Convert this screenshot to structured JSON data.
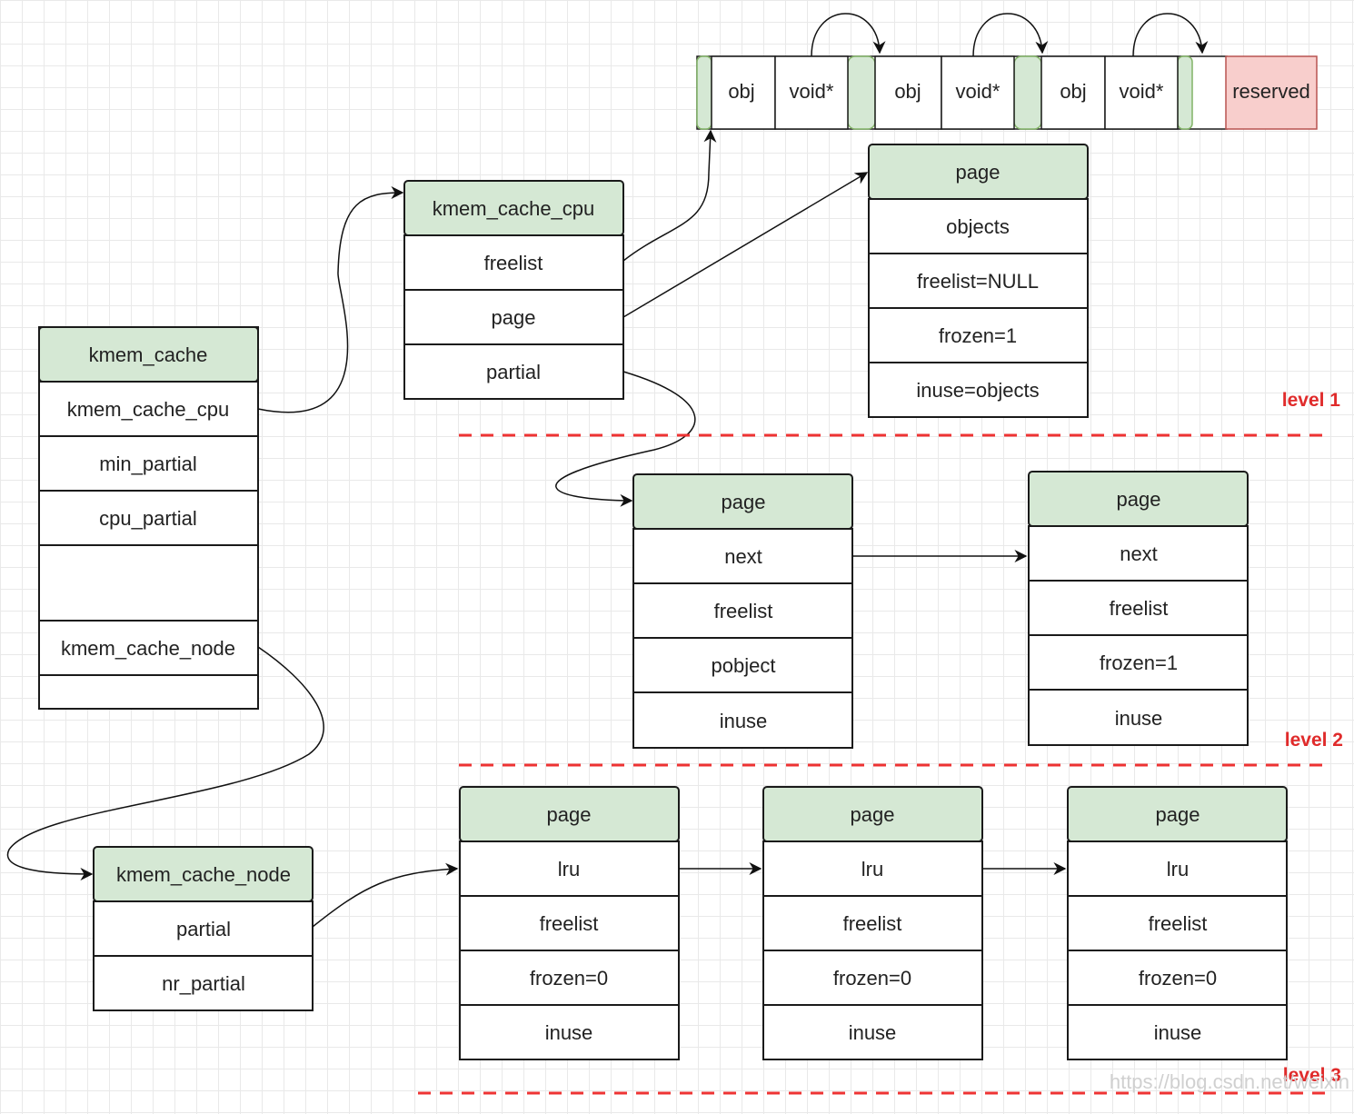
{
  "slots": {
    "obj": "obj",
    "void_ptr": "void*",
    "reserved": "reserved"
  },
  "kmem_cache": {
    "title": "kmem_cache",
    "fields": [
      "kmem_cache_cpu",
      "min_partial",
      "cpu_partial",
      "",
      "kmem_cache_node",
      ""
    ]
  },
  "kmem_cache_cpu": {
    "title": "kmem_cache_cpu",
    "fields": [
      "freelist",
      "page",
      "partial"
    ]
  },
  "cpu_page": {
    "title": "page",
    "fields": [
      "objects",
      "freelist=NULL",
      "frozen=1",
      "inuse=objects"
    ]
  },
  "partial_page_1": {
    "title": "page",
    "fields": [
      "next",
      "freelist",
      "pobject",
      "inuse"
    ]
  },
  "partial_page_2": {
    "title": "page",
    "fields": [
      "next",
      "freelist",
      "frozen=1",
      "inuse"
    ]
  },
  "kmem_cache_node": {
    "title": "kmem_cache_node",
    "fields": [
      "partial",
      "nr_partial"
    ]
  },
  "node_pages": [
    {
      "title": "page",
      "fields": [
        "lru",
        "freelist",
        "frozen=0",
        "inuse"
      ]
    },
    {
      "title": "page",
      "fields": [
        "lru",
        "freelist",
        "frozen=0",
        "inuse"
      ]
    },
    {
      "title": "page",
      "fields": [
        "lru",
        "freelist",
        "frozen=0",
        "inuse"
      ]
    }
  ],
  "levels": [
    "level 1",
    "level 2",
    "level 3"
  ],
  "watermark": "https://blog.csdn.net/weixin",
  "colors": {
    "header_fill": "#d5e8d4",
    "reserved_fill": "#f8cecc",
    "divider": "#ee3333",
    "level_text": "#e02b2b"
  }
}
